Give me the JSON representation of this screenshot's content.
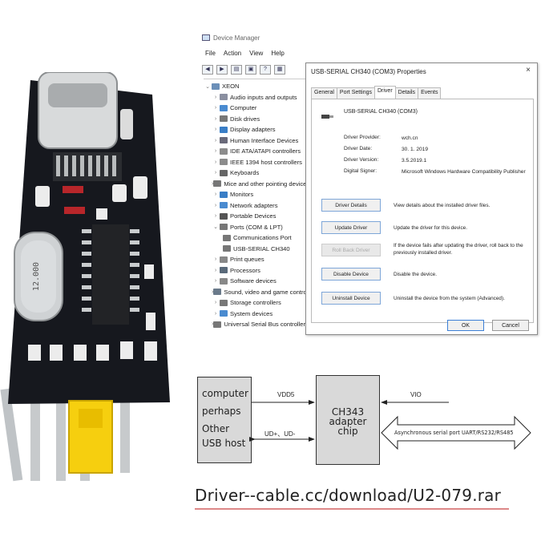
{
  "window": {
    "title": "Device Manager",
    "menu": [
      "File",
      "Action",
      "View",
      "Help"
    ]
  },
  "tree": {
    "root": "XEON",
    "items": [
      "Audio inputs and outputs",
      "Computer",
      "Disk drives",
      "Display adapters",
      "Human Interface Devices",
      "IDE ATA/ATAPI controllers",
      "IEEE 1394 host controllers",
      "Keyboards",
      "Mice and other pointing devices",
      "Monitors",
      "Network adapters",
      "Portable Devices",
      "Ports (COM & LPT)",
      "Communications Port",
      "USB-SERIAL CH340",
      "Print queues",
      "Processors",
      "Software devices",
      "Sound, video and game controllers",
      "Storage controllers",
      "System devices",
      "Universal Serial Bus controllers"
    ]
  },
  "dialog": {
    "title": "USB-SERIAL CH340 (COM3) Properties",
    "close": "×",
    "tabs": [
      "General",
      "Port Settings",
      "Driver",
      "Details",
      "Events"
    ],
    "device_name": "USB-SERIAL CH340 (COM3)",
    "fields": [
      {
        "key": "Driver Provider:",
        "value": "wch.cn"
      },
      {
        "key": "Driver Date:",
        "value": "30. 1. 2019"
      },
      {
        "key": "Driver Version:",
        "value": "3.5.2019.1"
      },
      {
        "key": "Digital Signer:",
        "value": "Microsoft Windows Hardware Compatibility Publisher"
      }
    ],
    "actions": [
      {
        "label": "Driver Details",
        "desc": "View details about the installed driver files."
      },
      {
        "label": "Update Driver",
        "desc": "Update the driver for this device."
      },
      {
        "label": "Roll Back Driver",
        "desc": "If the device fails after updating the driver, roll back to the previously installed driver."
      },
      {
        "label": "Disable Device",
        "desc": "Disable the device."
      },
      {
        "label": "Uninstall Device",
        "desc": "Uninstall the device from the system (Advanced)."
      }
    ],
    "ok": "OK",
    "cancel": "Cancel"
  },
  "board": {
    "crystal_marking": "12.000"
  },
  "diagram": {
    "host_lines": [
      "computer",
      "perhaps",
      "Other",
      "USB host"
    ],
    "vdd": "VDD5",
    "vio": "VIO",
    "usb": "UD+、UD-",
    "chip_lines": [
      "CH343",
      "adapter",
      "chip"
    ],
    "async": "Asynchronous serial port UART/RS232/RS485"
  },
  "footer": {
    "url": "Driver--cable.cc/download/U2-079.rar"
  }
}
